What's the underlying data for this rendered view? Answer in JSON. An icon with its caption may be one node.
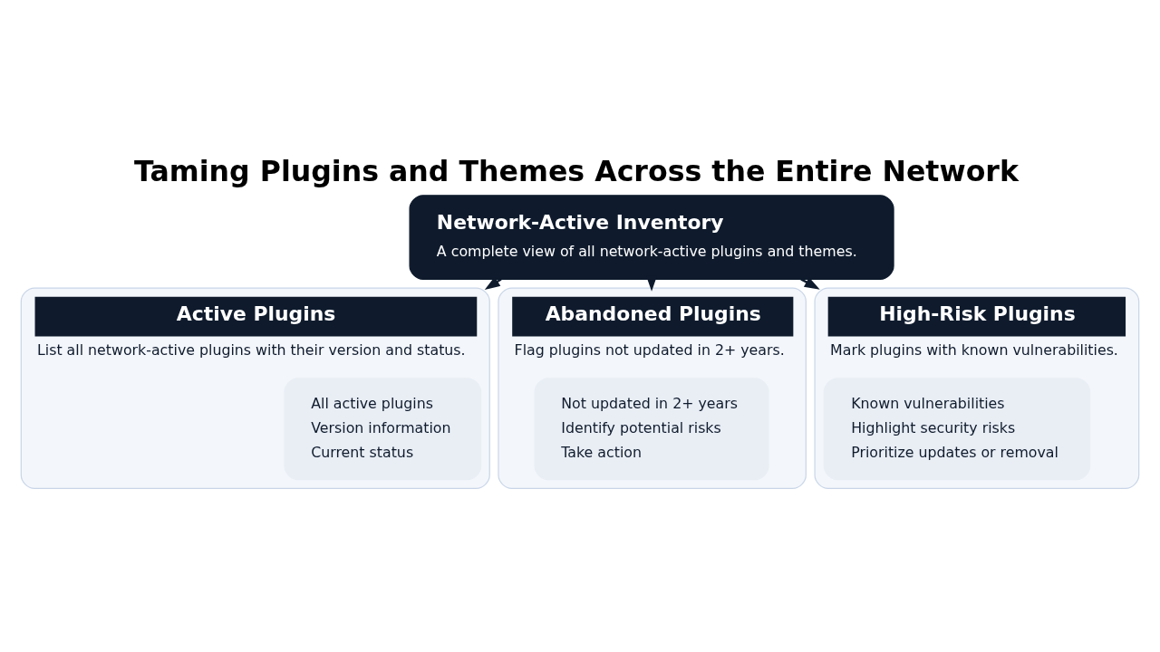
{
  "diagram": {
    "title": "Taming Plugins and Themes Across the Entire Network",
    "nodes": [
      {
        "text": [
          "Network-Active Inventory",
          "A complete view of all network-active plugins and themes."
        ]
      },
      {
        "text": [
          "Active Plugins",
          "List all network-active plugins with their version and status."
        ]
      },
      {
        "text": [
          "All active plugins",
          "Version information",
          "Current status"
        ],
        "in": 1
      },
      {
        "text": [
          "Abandoned Plugins",
          "Flag plugins not updated in 2+ years."
        ]
      },
      {
        "text": [
          "Not updated in 2+ years",
          "Identify potential risks",
          "Take action"
        ],
        "in": 3
      },
      {
        "text": [
          "High-Risk Plugins",
          "Mark plugins with known vulnerabilities."
        ]
      },
      {
        "text": [
          "Known vulnerabilities",
          "Highlight security risks",
          "Prioritize updates or removal"
        ],
        "in": 5
      }
    ],
    "edges": [
      {
        "from": 0,
        "to": 1,
        "arrow": "to"
      },
      {
        "from": 0,
        "to": 3,
        "arrow": "to"
      },
      {
        "from": 0,
        "to": 5,
        "arrow": "to"
      }
    ]
  }
}
